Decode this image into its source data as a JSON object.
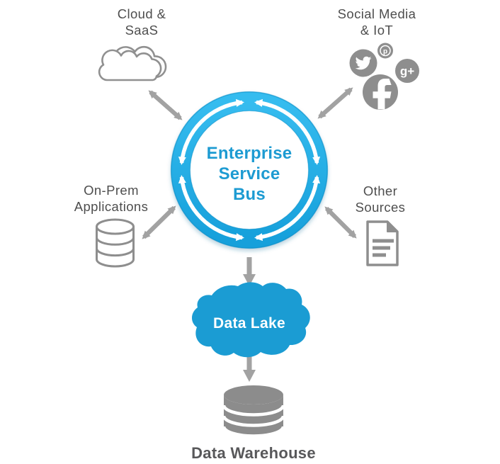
{
  "diagram": {
    "esb": {
      "label": "Enterprise\nService\nBus"
    },
    "cloud": {
      "label": "Cloud &\nSaaS"
    },
    "social": {
      "label": "Social Media\n& IoT",
      "glyphs": {
        "facebook": "f",
        "google_plus": "g+",
        "pinterest": "p"
      }
    },
    "onprem": {
      "label": "On-Prem\nApplications"
    },
    "other": {
      "label": "Other\nSources"
    },
    "data_lake": {
      "label": "Data Lake"
    },
    "data_warehouse": {
      "label": "Data Warehouse"
    },
    "connections": [
      {
        "from": "Cloud & SaaS",
        "to": "Enterprise Service Bus",
        "style": "bidirectional"
      },
      {
        "from": "Social Media & IoT",
        "to": "Enterprise Service Bus",
        "style": "bidirectional"
      },
      {
        "from": "On-Prem Applications",
        "to": "Enterprise Service Bus",
        "style": "bidirectional"
      },
      {
        "from": "Other Sources",
        "to": "Enterprise Service Bus",
        "style": "bidirectional"
      },
      {
        "from": "Enterprise Service Bus",
        "to": "Data Lake",
        "style": "one-way"
      },
      {
        "from": "Data Lake",
        "to": "Data Warehouse",
        "style": "one-way"
      }
    ],
    "colors": {
      "ring_blue_top": "#36BCEF",
      "ring_blue_bottom": "#17A0DB",
      "ring_edge": "#0D8CC4",
      "esb_text": "#1D9BD2",
      "lake_blue": "#1B9CD3",
      "icon_gray": "#8E8E8E",
      "warehouse_gray": "#8C8C8C",
      "arrow_gray": "#A2A2A2",
      "label_gray": "#4E4E4E",
      "dark_label_gray": "#58585A"
    }
  }
}
